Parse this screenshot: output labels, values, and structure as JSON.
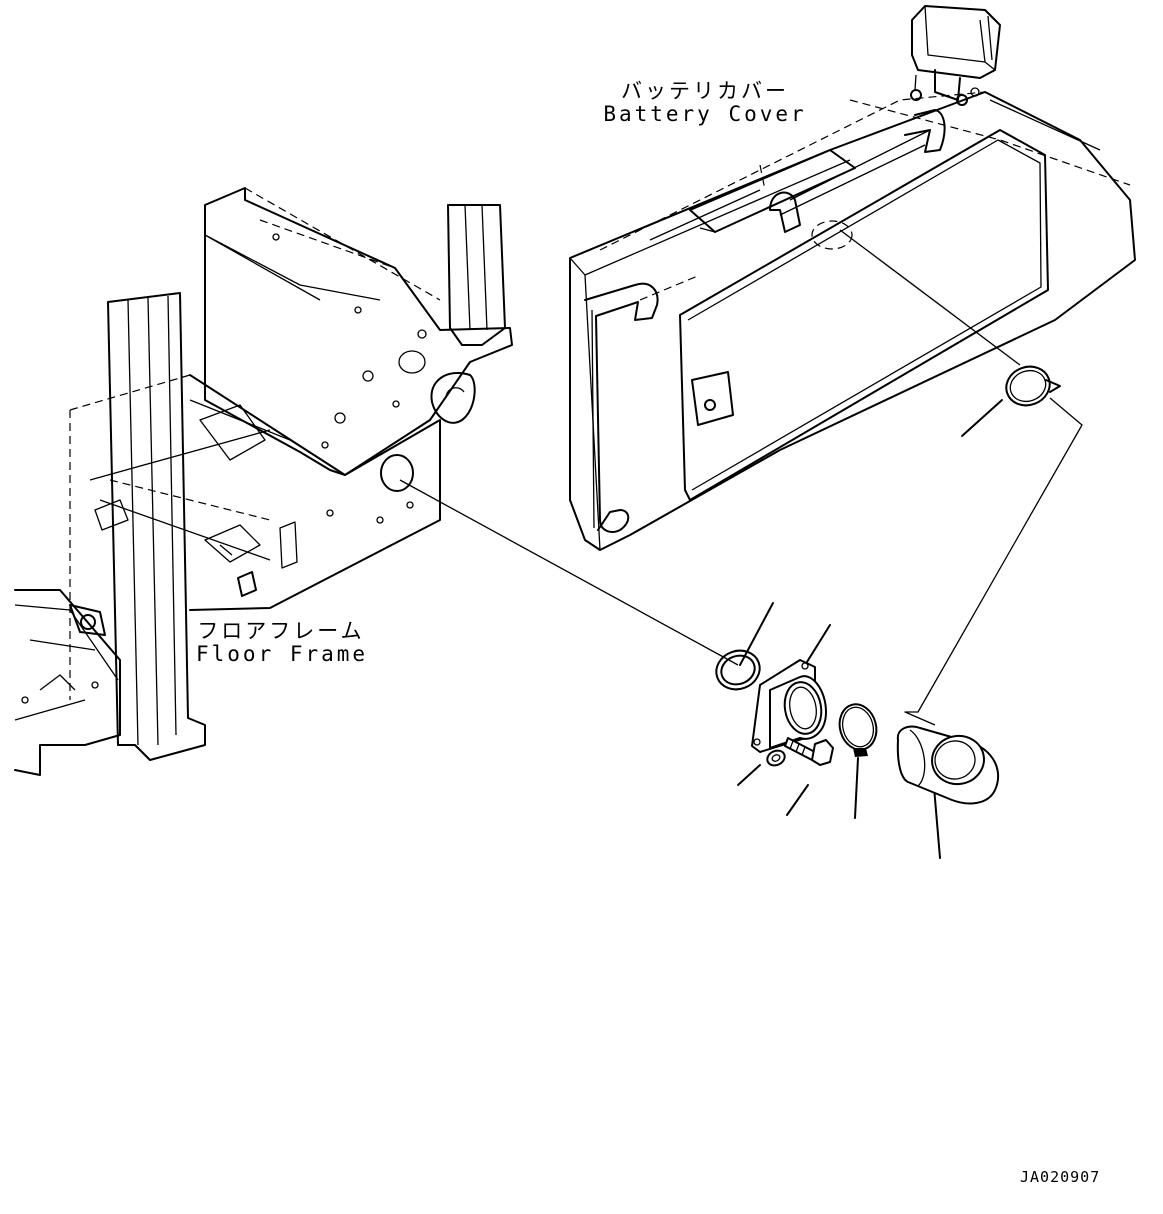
{
  "labels": {
    "battery_cover_jp": "バッテリカバー",
    "battery_cover_en": "Battery Cover",
    "floor_frame_jp": "フロアフレーム",
    "floor_frame_en": "Floor Frame"
  },
  "drawing_id": "JA020907",
  "colors": {
    "line": "#000000",
    "background": "#ffffff"
  }
}
